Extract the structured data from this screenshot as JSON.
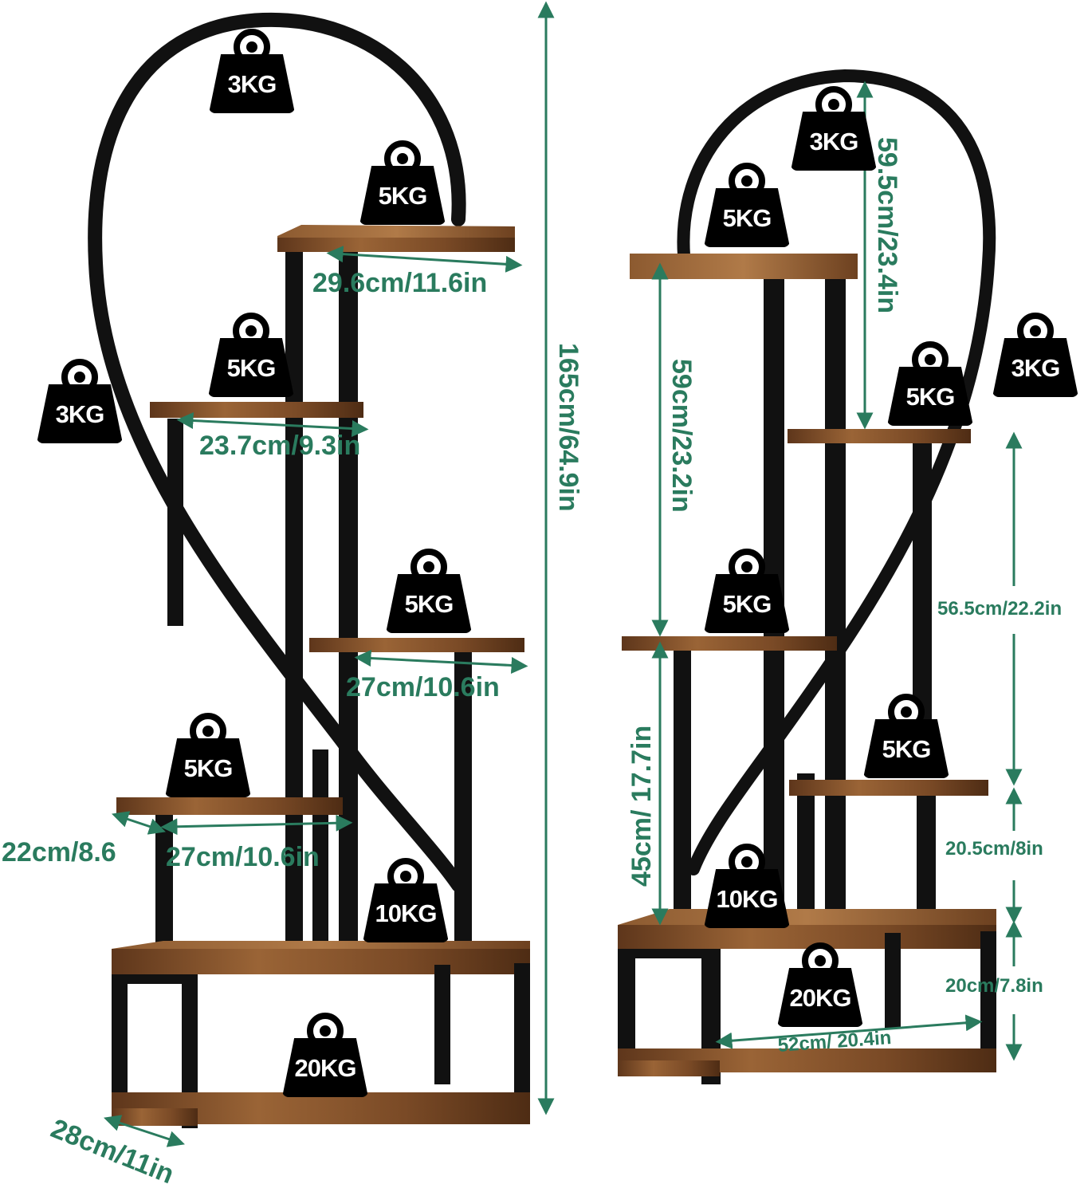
{
  "left_stand": {
    "weights": [
      "3KG",
      "5KG",
      "5KG",
      "3KG",
      "5KG",
      "5KG",
      "10KG",
      "20KG"
    ],
    "dimensions": {
      "top_shelf_width": "29.6cm/11.6in",
      "second_shelf_width": "23.7cm/9.3in",
      "third_shelf_width": "27cm/10.6in",
      "fourth_shelf_depth": "22cm/8.6",
      "fourth_shelf_width": "27cm/10.6in",
      "total_height": "165cm/64.9in",
      "base_depth": "28cm/11in"
    }
  },
  "right_stand": {
    "weights": [
      "3KG",
      "5KG",
      "3KG",
      "5KG",
      "5KG",
      "5KG",
      "10KG",
      "20KG"
    ],
    "dimensions": {
      "arch_height": "59.5cm/23.4in",
      "upper_section_height": "59cm/23.2in",
      "right_section_height": "56.5cm/22.2in",
      "lower_section_height": "45cm/ 17.7in",
      "low_shelf_height": "20.5cm/8in",
      "base_height": "20cm/7.8in",
      "base_width": "52cm/ 20.4in"
    }
  },
  "colors": {
    "dimension_text": "#2a7b5e",
    "wood": "#7a4a26",
    "frame": "#111111"
  }
}
